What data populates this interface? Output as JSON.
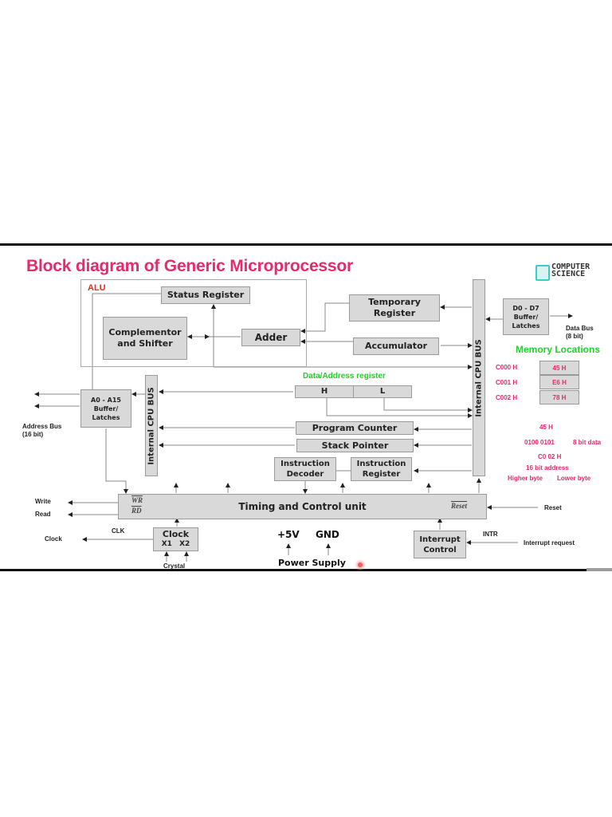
{
  "title": "Block diagram of Generic Microprocessor",
  "logo": {
    "line1": "COMPUTER",
    "line2": "SCIENCE",
    "icon": "book-icon"
  },
  "alu": {
    "label": "ALU",
    "status_register": "Status Register",
    "complementor": "Complementor and Shifter",
    "adder": "Adder"
  },
  "registers": {
    "temporary": "Temporary Register",
    "accumulator": "Accumulator",
    "data_address_title": "Data/Address register",
    "h": "H",
    "l": "L",
    "program_counter": "Program Counter",
    "stack_pointer": "Stack Pointer",
    "instruction_decoder": "Instruction Decoder",
    "instruction_register": "Instruction Register"
  },
  "bus": {
    "internal_left": "Internal CPU BUS",
    "internal_right": "Internal CPU BUS"
  },
  "address_buffer": {
    "line1": "A0 - A15",
    "line2": "Buffer/",
    "line3": "Latches",
    "bus_label": "Address Bus",
    "bus_width": "(16 bit)"
  },
  "data_buffer": {
    "line1": "D0 - D7",
    "line2": "Buffer/",
    "line3": "Latches",
    "bus_label": "Data Bus",
    "bus_width": "(8 bit)"
  },
  "memory": {
    "title": "Memory Locations",
    "rows": [
      {
        "address": "C000 H",
        "value": "45 H"
      },
      {
        "address": "C001 H",
        "value": "E6 H"
      },
      {
        "address": "C002 H",
        "value": "78 H"
      }
    ],
    "notes": {
      "hex": "45 H",
      "binary": "0100  0101",
      "data_label": "8 bit data",
      "addr": "C0 02 H",
      "addr_label": "16 bit address",
      "higher": "Higher byte",
      "lower": "Lower byte"
    }
  },
  "timing": {
    "label": "Timing and Control unit",
    "wr": "WR",
    "rd": "RD",
    "reset_pin": "Reset",
    "write": "Write",
    "read": "Read",
    "reset": "Reset"
  },
  "clock": {
    "label": "Clock",
    "x1": "X1",
    "x2": "X2",
    "clk": "CLK",
    "out": "Clock",
    "crystal": "Crystal"
  },
  "power": {
    "v5": "+5V",
    "gnd": "GND",
    "label": "Power Supply"
  },
  "interrupt": {
    "label": "Interrupt Control",
    "intr": "INTR",
    "request": "Interrupt request"
  }
}
